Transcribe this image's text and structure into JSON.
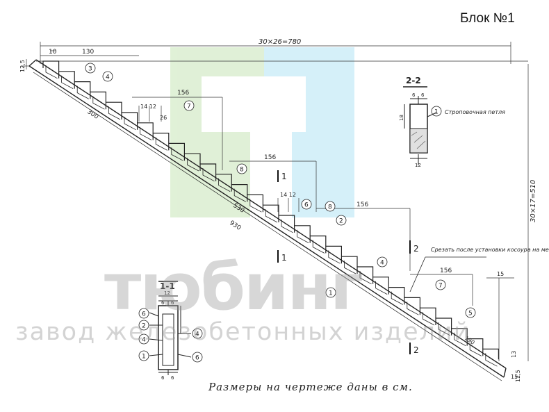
{
  "header": {
    "block_label": "Блок №1"
  },
  "caption": "Размеры на чертеже даны в см.",
  "watermark": {
    "brand": "тюбинг",
    "subtitle": "завод железобетонных изделий"
  },
  "dimensions": {
    "top_total": "30×26=780",
    "top_left_small": "10",
    "top_130": "130",
    "right_total": "30×17=510",
    "left_12_5": "12,5",
    "slope_300": "300",
    "slope_530": "530",
    "slope_930": "930",
    "seg_156_a": "156",
    "seg_156_b": "156",
    "seg_156_c": "156",
    "seg_156_d": "156",
    "pair_14_12_a": "14 12",
    "pair_14_12_b": "14 12",
    "d_26": "26",
    "d_15": "15",
    "d_190": "190",
    "d_13": "13",
    "d_15_bottom": "15",
    "d_12_5_bottom": "12,5"
  },
  "sections": {
    "cut1_label": "1",
    "cut2_label": "2",
    "section_1_1": {
      "title": "1-1",
      "width": "12",
      "sub_a": "6",
      "sub_b": "6"
    },
    "section_2_2": {
      "title": "2-2",
      "width": "12",
      "sub_a": "6",
      "sub_b": "6",
      "height": "18",
      "loop_note": "Строповочная петля"
    }
  },
  "note_cut": "Срезать после установки косоура на место",
  "callouts": [
    "1",
    "2",
    "3",
    "4",
    "5",
    "6",
    "7",
    "8"
  ],
  "colors": {
    "line": "#222222",
    "logo_green": "#cfe8c4",
    "logo_blue": "#bde8f6"
  }
}
